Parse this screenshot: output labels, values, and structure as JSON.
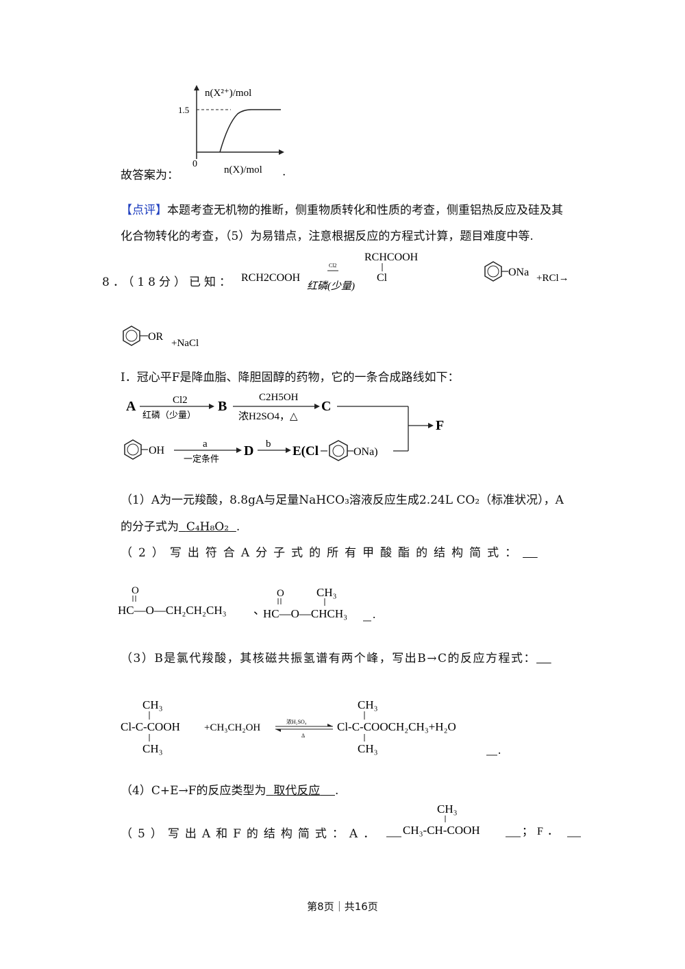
{
  "graph": {
    "ylabel": "n(X²⁺)/mol",
    "xlabel": "n(X)/mol",
    "ytick": "1.5",
    "origin": "0"
  },
  "answer_prefix": "故答案为：",
  "answer_suffix": ".",
  "comment": {
    "tag": "【点评】",
    "line1": "本题考查无机物的推断，侧重物质转化和性质的考查，侧重铝热反应及硅及其",
    "line2": "化合物转化的考查，（5）为易错点，注意根据反应的方程式计算，题目难度中等."
  },
  "q8": {
    "header": "8．（18分）已知：",
    "given": {
      "reactant": "RCH2COOH",
      "reagent_top": "Cl2",
      "reagent_bottom": "红磷(少量)",
      "product_top": "RCHCOOH",
      "product_sub": "Cl",
      "phenoxide": "ONa",
      "plus_rcl": "+RCl→",
      "ether": "OR",
      "plus_nacl": "+NaCl"
    },
    "part1_intro": "I．冠心平F是降血脂、降胆固醇的药物，它的一条合成路线如下：",
    "route": {
      "A": "A",
      "B": "B",
      "C": "C",
      "D": "D",
      "F": "F",
      "ab_top": "Cl2",
      "ab_bottom": "红磷（少量）",
      "bc_top": "C2H5OH",
      "bc_bottom": "浓H2SO4，△",
      "phenol_oh": "OH",
      "a": "a",
      "a_bottom": "一定条件",
      "b": "b",
      "E_open": "E(Cl",
      "E_close": "ONa)"
    },
    "q1": {
      "text1": "（1）A为一元羧酸，8.8gA与足量NaHCO₃溶液反应生成2.24L CO₂（标准状况），A",
      "text2": "的分子式为",
      "answer": "C₄H₈O₂",
      "end": "."
    },
    "q2": {
      "text": "（2）写出符合A分子式的所有甲酸酯的结构简式：",
      "ester1": "HC—O—CH₂CH₂CH₃",
      "separator": "、",
      "ester2_main": "HC—O—CHCH₃",
      "ester2_top": "CH₃",
      "carbonyl_o": "O",
      "end": "."
    },
    "q3": {
      "text": "（3）B是氯代羧酸，其核磁共振氢谱有两个峰，写出B→C的反应方程式：",
      "left": "Cl-C-COOH",
      "plus": "+CH₃CH₂OH",
      "cond_top": "浓H₂SO₄",
      "cond_bottom": "Δ",
      "right": "Cl-C-COOCH₂CH₃+H₂O",
      "ch3": "CH₃",
      "end": "."
    },
    "q4": {
      "text": "（4）C+E→F的反应类型为",
      "answer": "取代反应",
      "end": "."
    },
    "q5": {
      "text": "（5）写出A和F的结构简式：A．",
      "a_main": "CH₃-CH-COOH",
      "a_top": "CH₃",
      "sep": "；F．"
    }
  },
  "footer": "第8页｜共16页"
}
